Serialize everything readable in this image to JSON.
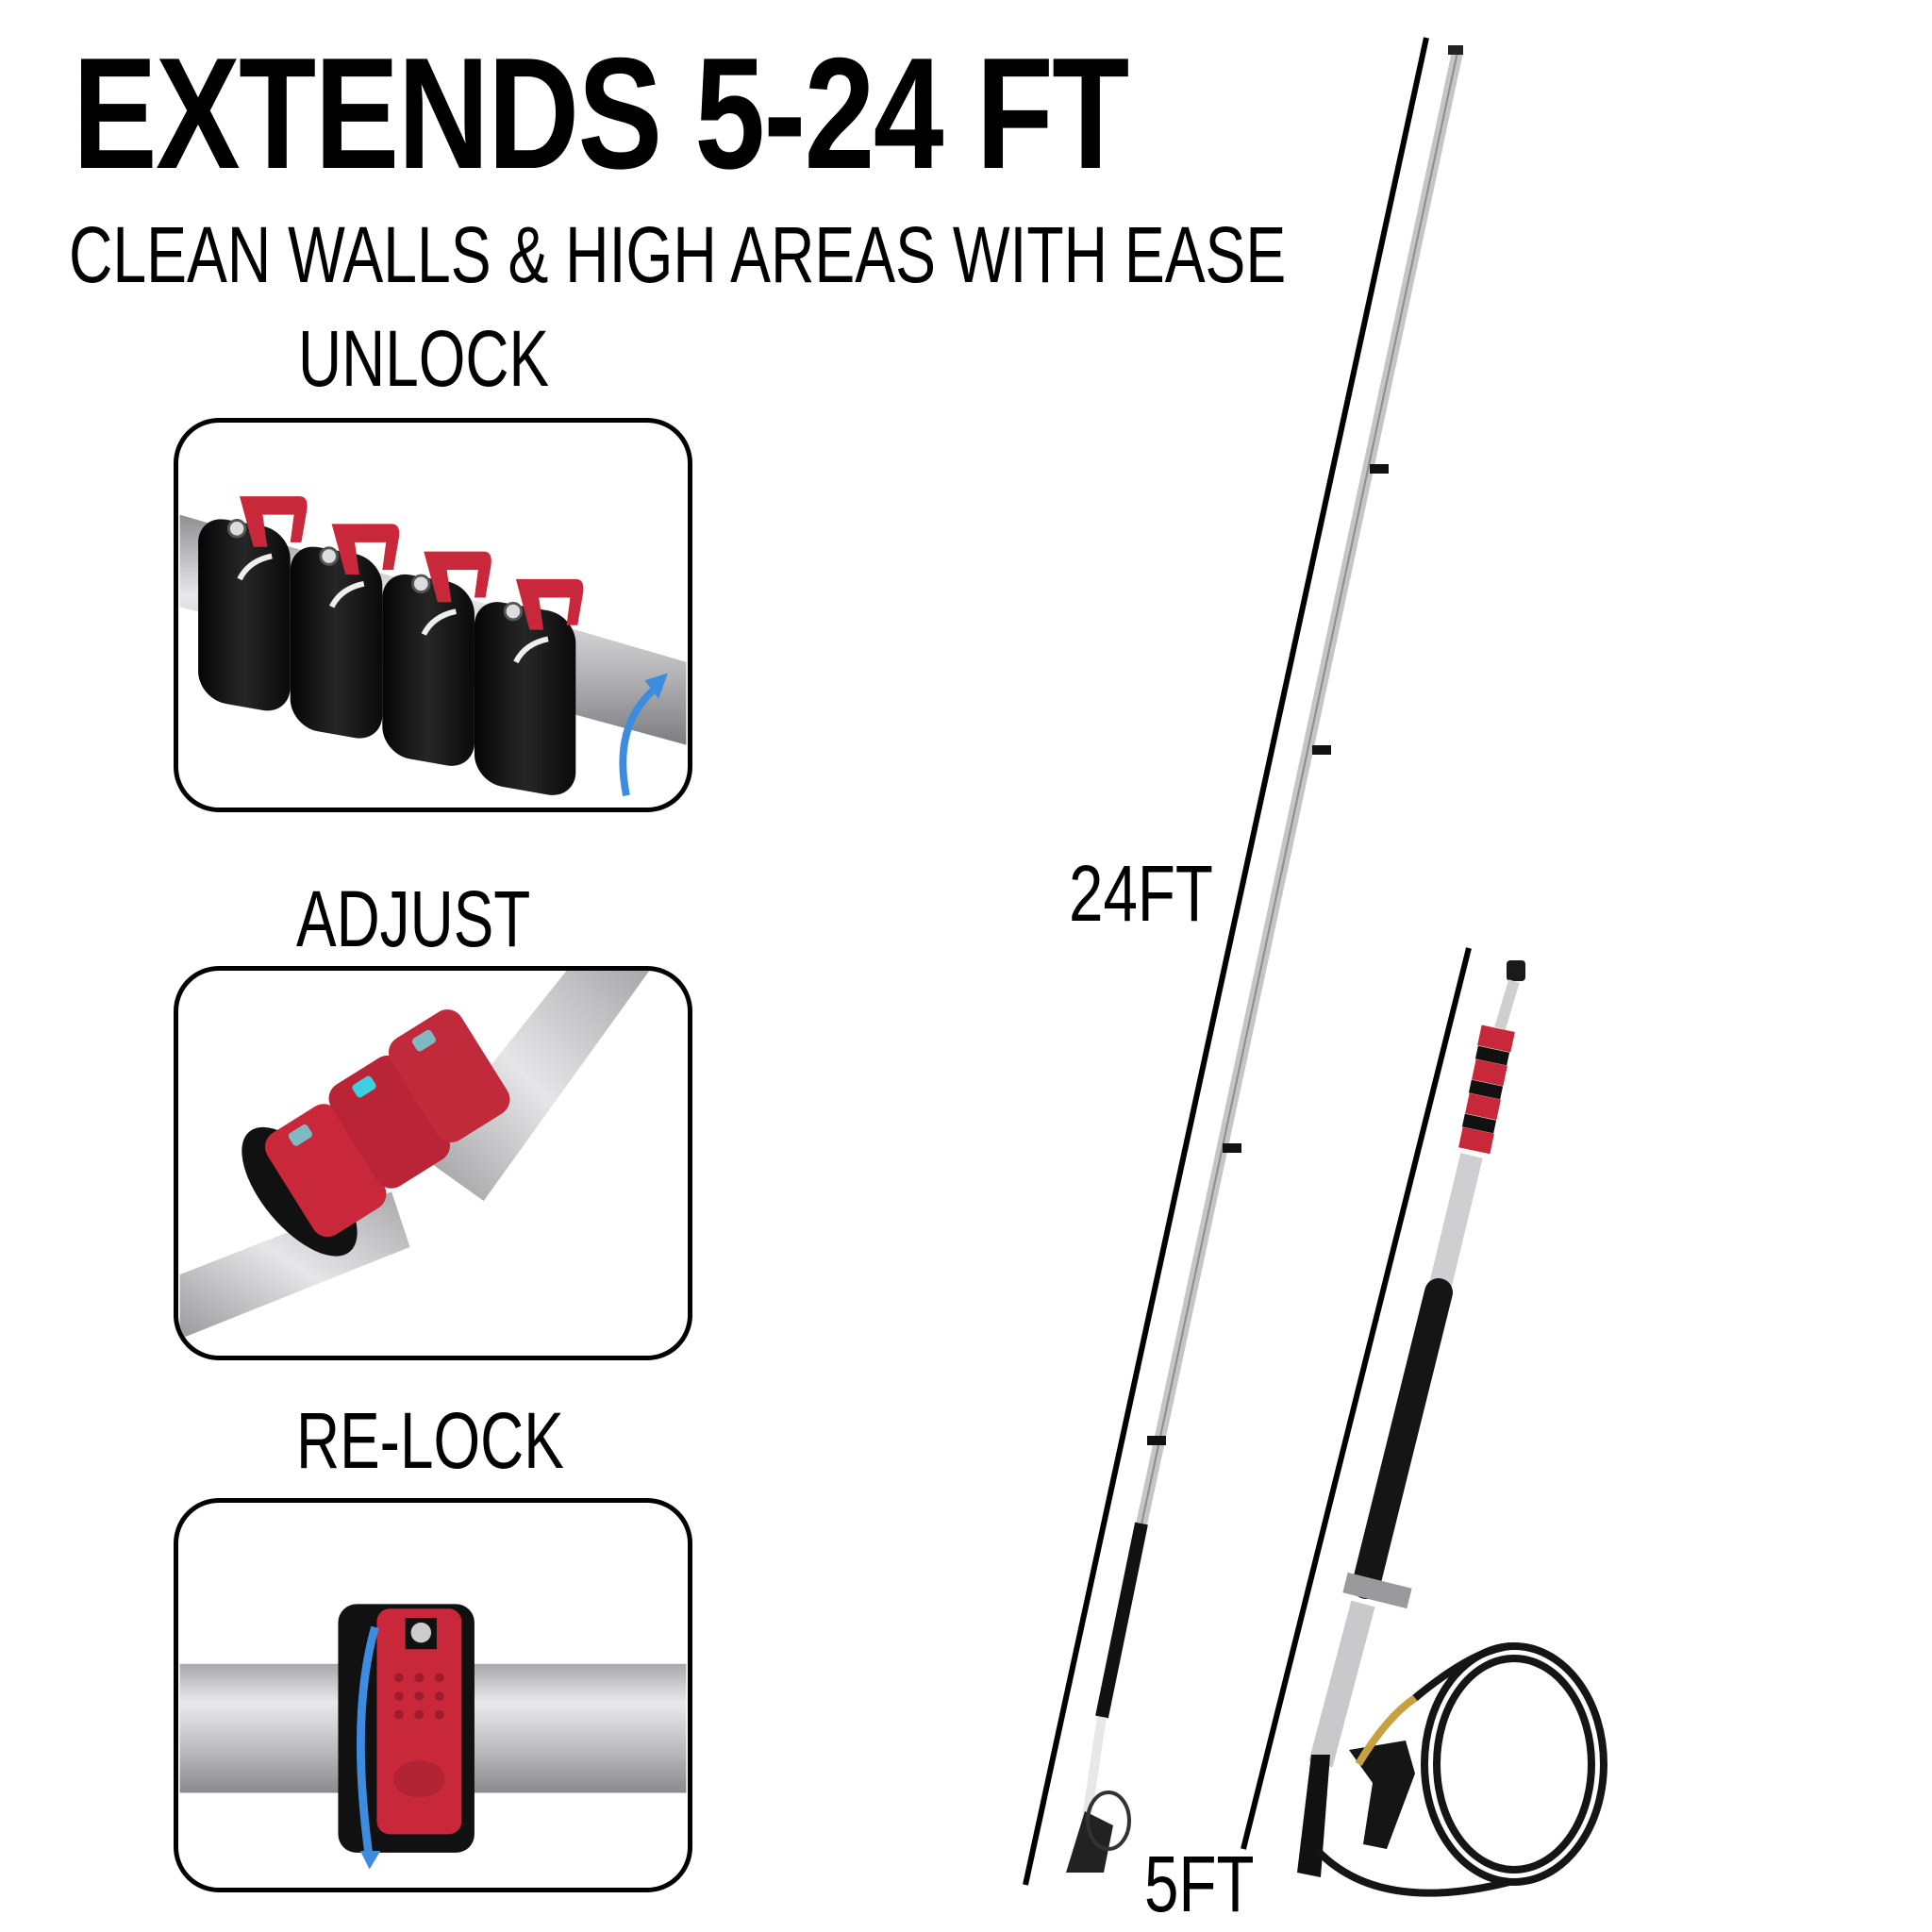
{
  "header": {
    "title": "EXTENDS 5-24 FT",
    "subtitle": "CLEAN WALLS & HIGH AREAS WITH EASE"
  },
  "steps": [
    {
      "label": "UNLOCK",
      "image": "four-red-flip-lock-clamps-open-on-pole"
    },
    {
      "label": "ADJUST",
      "image": "three-red-clamps-sliding-pole-section"
    },
    {
      "label": "RE-LOCK",
      "image": "single-red-clamp-closed-with-rotation-arrow"
    }
  ],
  "product": {
    "extended_label": "24FT",
    "retracted_label": "5FT",
    "images": [
      "extended-telescoping-wand-with-trigger-gun",
      "retracted-wand-with-hose-and-trigger-gun"
    ]
  },
  "colors": {
    "clamp_red": "#c8283a",
    "clamp_black": "#141414",
    "pole_silver": "#c9c9cb",
    "arrow_blue": "#3d8ce0",
    "text": "#000000",
    "background": "#ffffff"
  }
}
